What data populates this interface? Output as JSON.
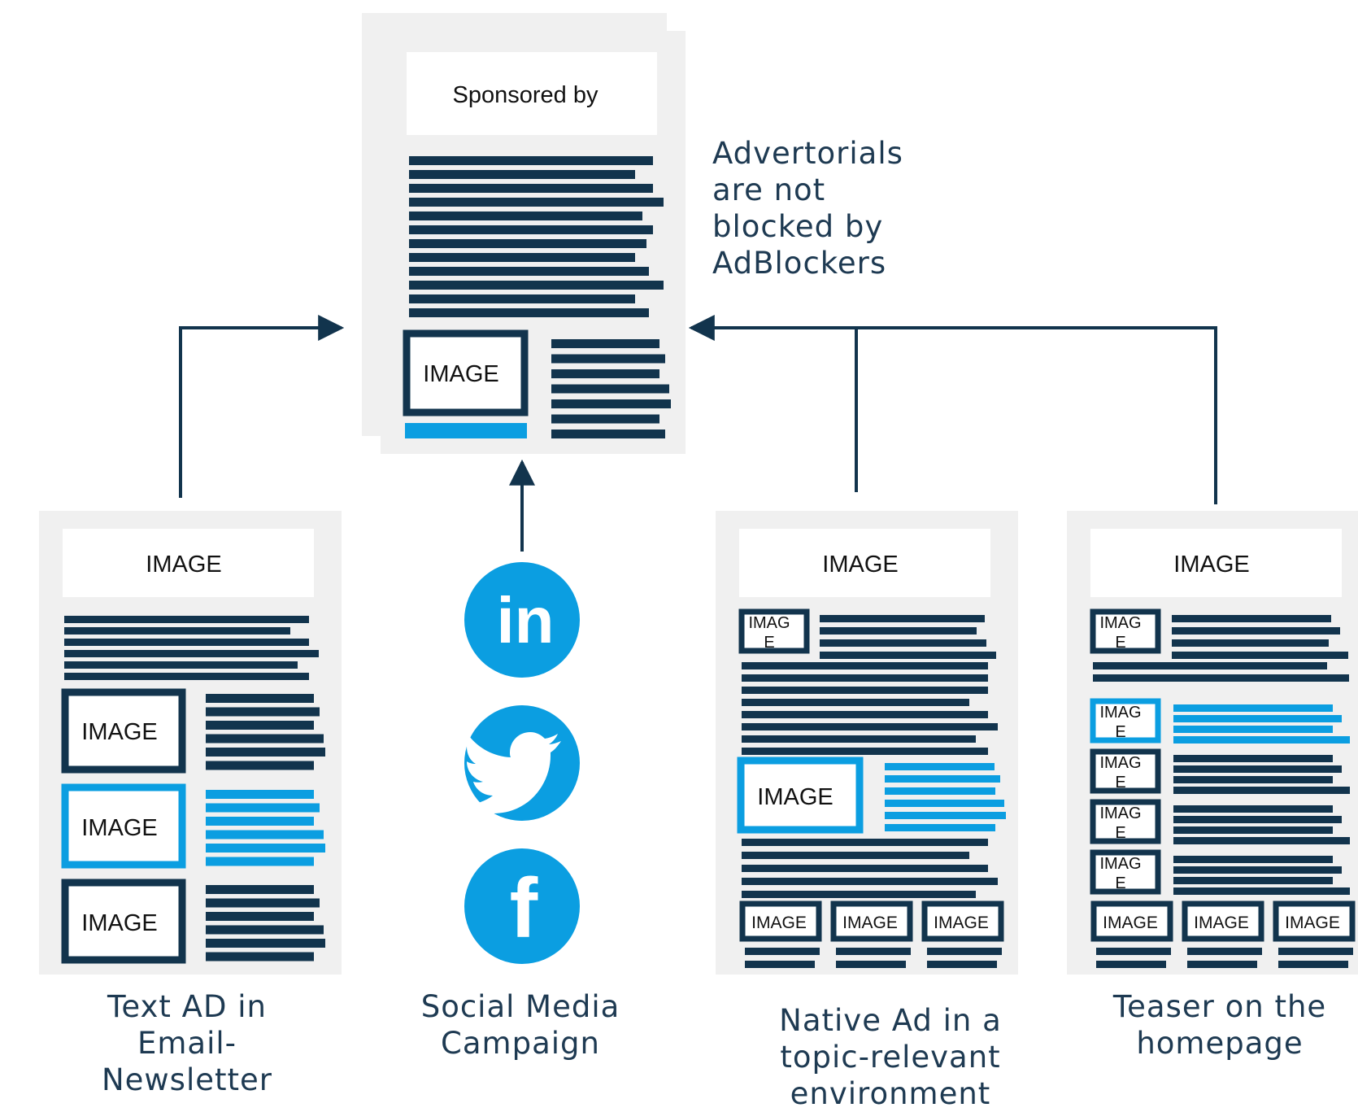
{
  "colors": {
    "navy": "#12344d",
    "blue": "#0b9ee1",
    "panel": "#f0f0f0",
    "text": "#1e3a52",
    "white": "#ffffff"
  },
  "advertorial": {
    "header": "Sponsored by",
    "image": "IMAGE",
    "note": [
      "Advertorials",
      "are not",
      "blocked by",
      "AdBlockers"
    ]
  },
  "sources": {
    "newsletter": {
      "image_label": "IMAGE",
      "caption": [
        "Text AD in",
        "Email-",
        "Newsletter"
      ]
    },
    "social": {
      "icons": [
        "linkedin-icon",
        "twitter-icon",
        "facebook-icon"
      ],
      "linkedin_glyph": "in",
      "facebook_glyph": "f",
      "caption": [
        "Social Media",
        "Campaign"
      ]
    },
    "native": {
      "image_label": "IMAGE",
      "small_image_lines": [
        "IMAG",
        "E"
      ],
      "caption": [
        "Native Ad  in a",
        "topic-relevant",
        "environment"
      ]
    },
    "teaser": {
      "image_label": "IMAGE",
      "small_image_lines": [
        "IMAG",
        "E"
      ],
      "caption": [
        "Teaser on the",
        "homepage"
      ]
    }
  }
}
